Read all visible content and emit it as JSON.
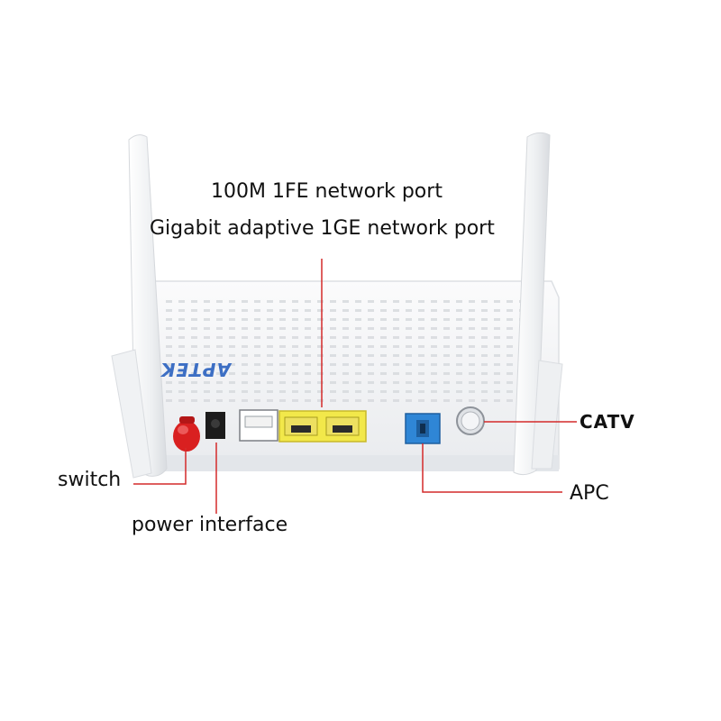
{
  "labels": {
    "fe_port": "100M 1FE network port",
    "ge_port": "Gigabit adaptive 1GE network port",
    "switch": "switch",
    "power": "power interface",
    "catv": "CATV",
    "apc": "APC"
  },
  "device": {
    "brand_mark": "APTEK"
  },
  "colors": {
    "pointer_line": "#d42a2a",
    "ethernet_port": "#f2e84a",
    "apc_port": "#2f86d6",
    "power_button": "#d92020",
    "device_body": "#f4f5f7"
  }
}
